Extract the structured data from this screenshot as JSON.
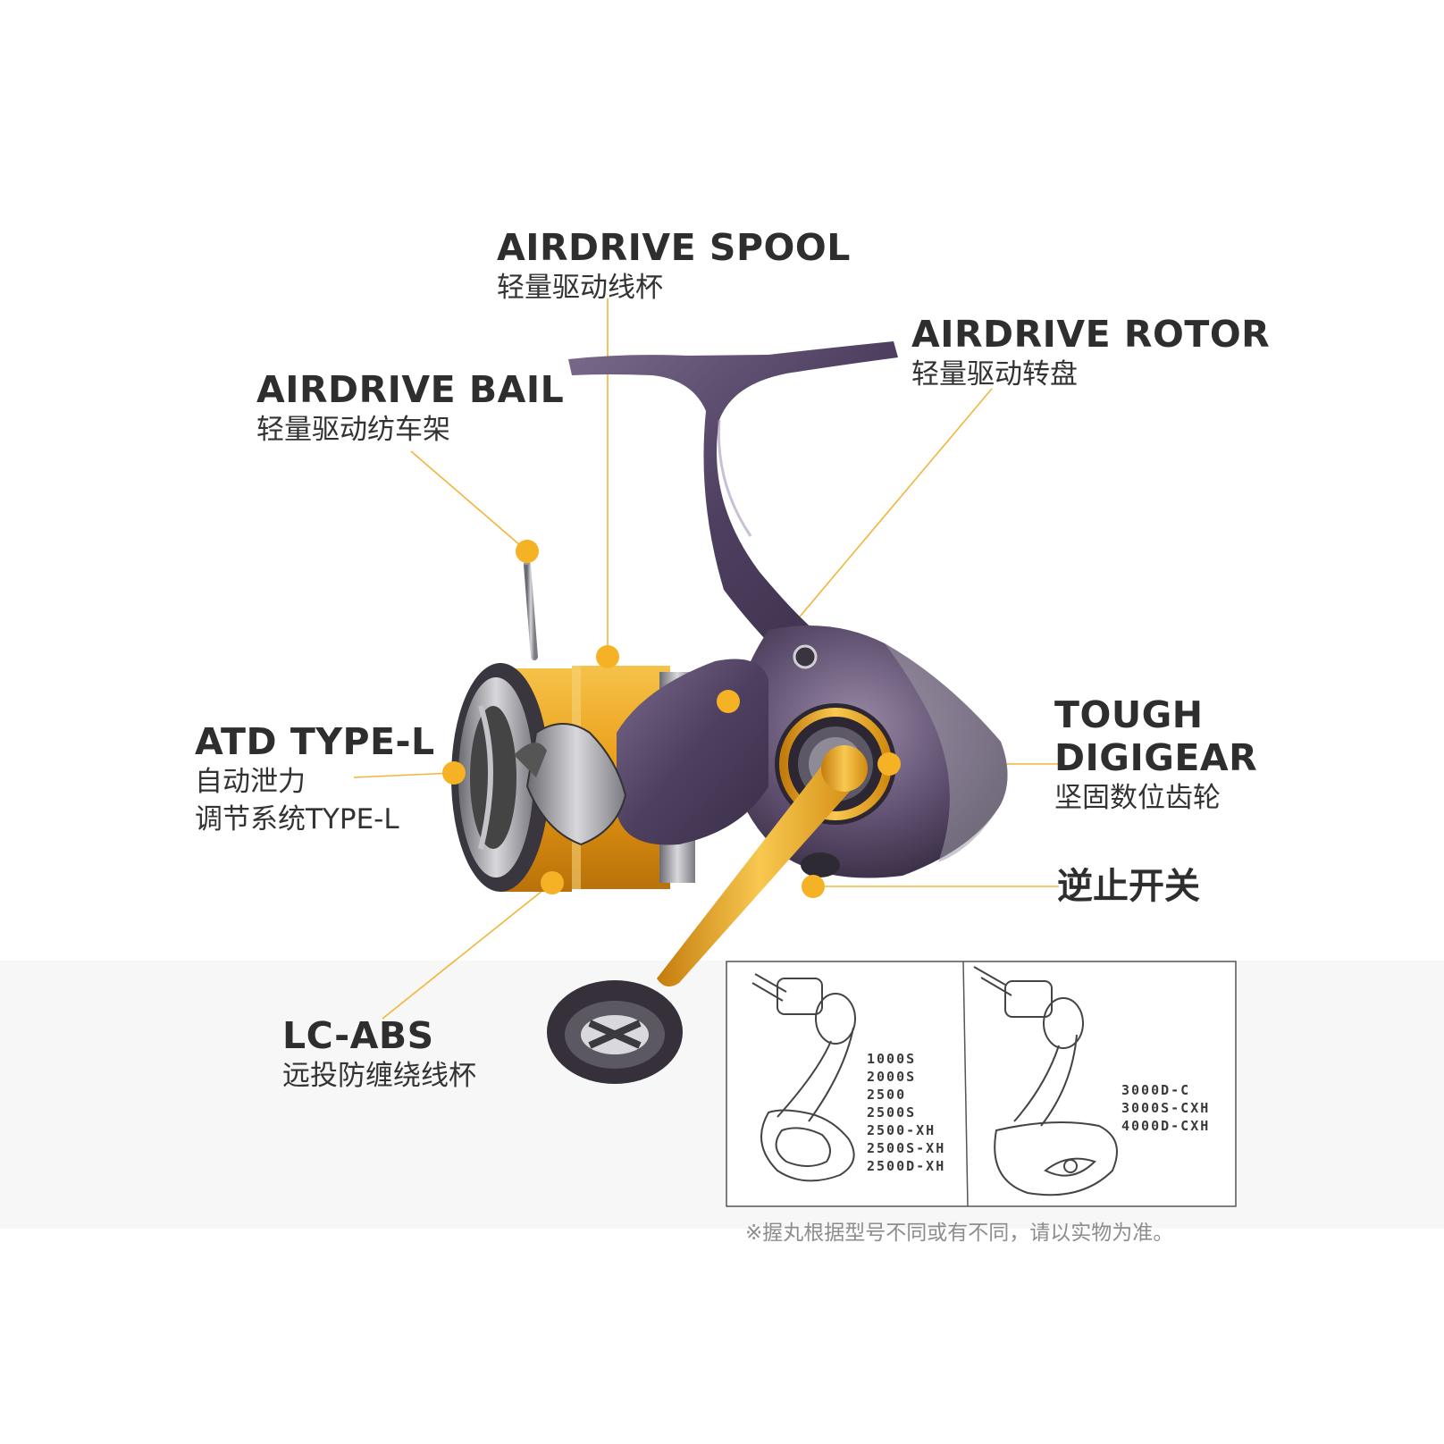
{
  "callouts": {
    "spool": {
      "title": "AIRDRIVE SPOOL",
      "subtitle": "轻量驱动线杯"
    },
    "rotor": {
      "title": "AIRDRIVE ROTOR",
      "subtitle": "轻量驱动转盘"
    },
    "bail": {
      "title": "AIRDRIVE BAIL",
      "subtitle": "轻量驱动纺车架"
    },
    "atd": {
      "title": "ATD TYPE-L",
      "subtitle_line1": "自动泄力",
      "subtitle_line2": "调节系统TYPE-L"
    },
    "digigear": {
      "title_line1": "TOUGH",
      "title_line2": "DIGIGEAR",
      "subtitle": "坚固数位齿轮"
    },
    "antireverse": {
      "title": "逆止开关"
    },
    "lcabs": {
      "title": "LC-ABS",
      "subtitle": "远投防缠绕线杯"
    }
  },
  "handle_chart": {
    "left_models": [
      "1000S",
      "2000S",
      "2500",
      "2500S",
      "2500-XH",
      "2500S-XH",
      "2500D-XH"
    ],
    "right_models": [
      "3000D-C",
      "3000S-CXH",
      "4000D-CXH"
    ]
  },
  "footnote": "※握丸根据型号不同或有不同，请以实物为准。",
  "colors": {
    "accent": "#f5b225",
    "reel_body": "#5b4a6e",
    "spool_gold": "#e8a11a",
    "text": "#2e2e2e"
  }
}
